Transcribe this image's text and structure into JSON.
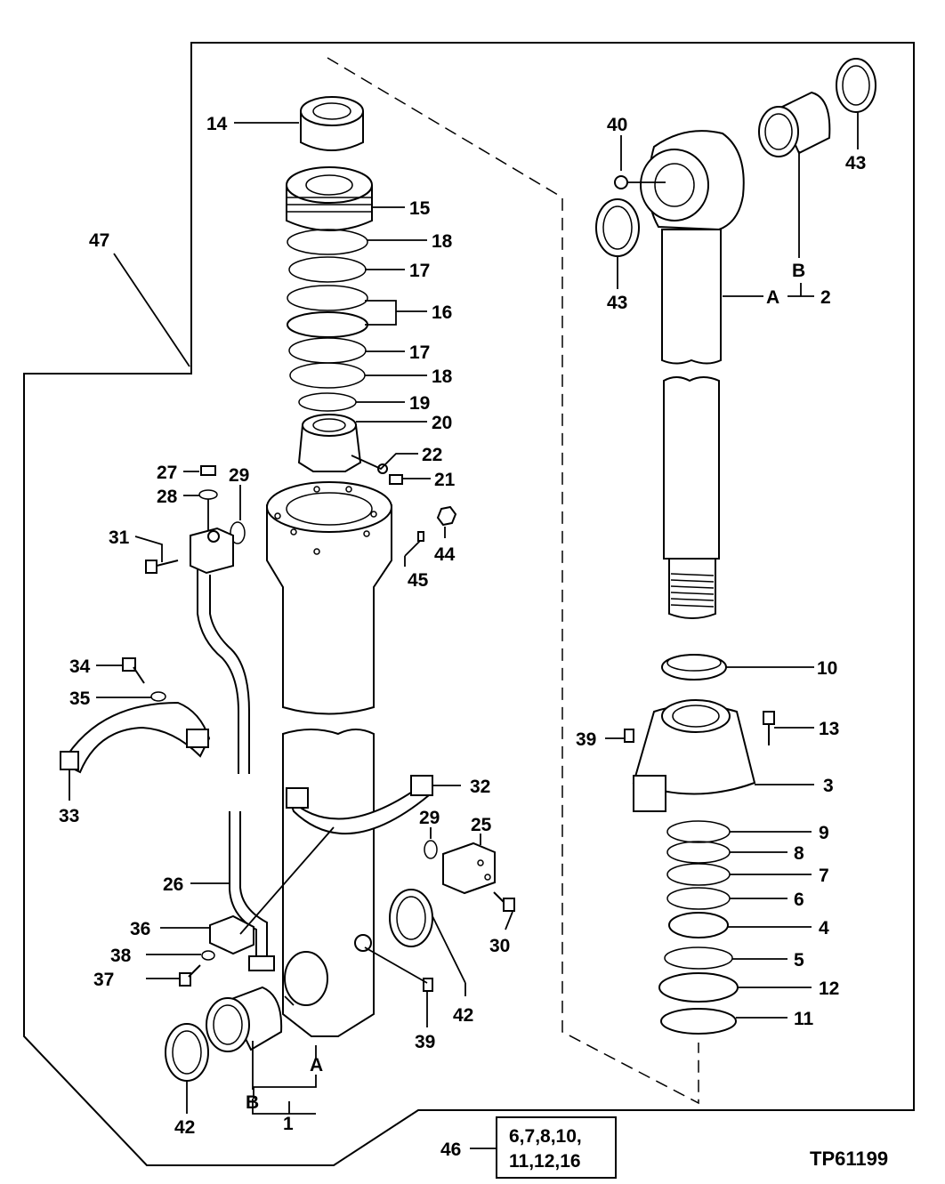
{
  "figure_id": "TP61199",
  "kit_reference": {
    "callout": "46",
    "line1": "6,7,8,10,",
    "line2": "11,12,16"
  },
  "callouts": {
    "c1": "1",
    "c2": "2",
    "c3": "3",
    "c4": "4",
    "c5": "5",
    "c6": "6",
    "c7": "7",
    "c8": "8",
    "c9": "9",
    "c10": "10",
    "c11": "11",
    "c12": "12",
    "c13": "13",
    "c14": "14",
    "c15": "15",
    "c16": "16",
    "c17a": "17",
    "c17b": "17",
    "c18a": "18",
    "c18b": "18",
    "c19": "19",
    "c20": "20",
    "c21": "21",
    "c22": "22",
    "c25": "25",
    "c26": "26",
    "c27": "27",
    "c28": "28",
    "c29a": "29",
    "c29b": "29",
    "c30": "30",
    "c31": "31",
    "c32": "32",
    "c33": "33",
    "c34": "34",
    "c35": "35",
    "c36": "36",
    "c37": "37",
    "c38": "38",
    "c39a": "39",
    "c39b": "39",
    "c40": "40",
    "c42a": "42",
    "c42b": "42",
    "c43a": "43",
    "c43b": "43",
    "c44": "44",
    "c45": "45",
    "c47": "47"
  },
  "letters": {
    "a_rod": "A",
    "b_rod": "B",
    "a_tube": "A",
    "b_tube": "B"
  }
}
